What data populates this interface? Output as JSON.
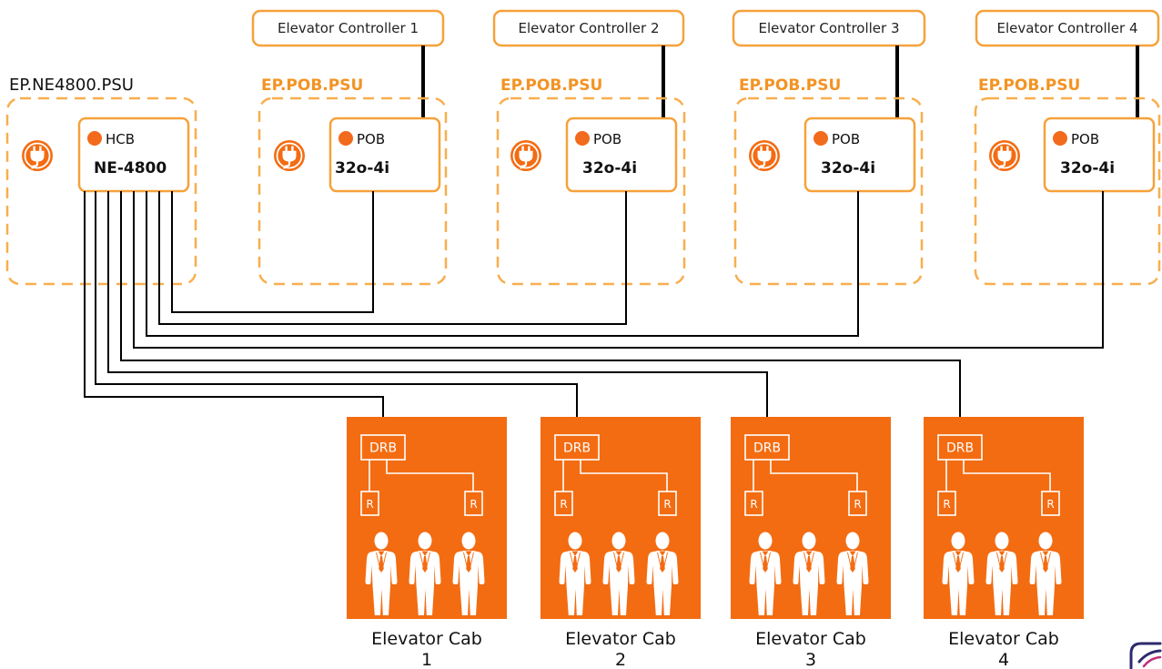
{
  "diagram": {
    "main_psu_label": "EP.NE4800.PSU",
    "hcb": {
      "tag": "HCB",
      "model": "NE-4800"
    },
    "controllers": [
      {
        "label": "Elevator Controller 1"
      },
      {
        "label": "Elevator Controller 2"
      },
      {
        "label": "Elevator Controller 3"
      },
      {
        "label": "Elevator Controller 4"
      }
    ],
    "pob_units": [
      {
        "psu_label": "EP.POB.PSU",
        "tag": "POB",
        "model": "32o-4i"
      },
      {
        "psu_label": "EP.POB.PSU",
        "tag": "POB",
        "model": "32o-4i"
      },
      {
        "psu_label": "EP.POB.PSU",
        "tag": "POB",
        "model": "32o-4i"
      },
      {
        "psu_label": "EP.POB.PSU",
        "tag": "POB",
        "model": "32o-4i"
      }
    ],
    "cabs": [
      {
        "drb_label": "DRB",
        "reader_labels": [
          "R",
          "R"
        ],
        "title": "Elevator Cab",
        "number": "1"
      },
      {
        "drb_label": "DRB",
        "reader_labels": [
          "R",
          "R"
        ],
        "title": "Elevator Cab",
        "number": "2"
      },
      {
        "drb_label": "DRB",
        "reader_labels": [
          "R",
          "R"
        ],
        "title": "Elevator Cab",
        "number": "3"
      },
      {
        "drb_label": "DRB",
        "reader_labels": [
          "R",
          "R"
        ],
        "title": "Elevator Cab",
        "number": "4"
      }
    ]
  },
  "icons": {
    "psu": "power-plug-icon",
    "occupant": "person-icon",
    "status": "status-dot-icon",
    "brand": "wifi-logo-icon"
  },
  "colors": {
    "cab_fill": "#F36C12",
    "box_border": "#F6A13A",
    "psu_frame": "#F8AE4E",
    "psu_label": "#F39323",
    "status_dot": "#F26A1B",
    "wire": "#000000"
  }
}
